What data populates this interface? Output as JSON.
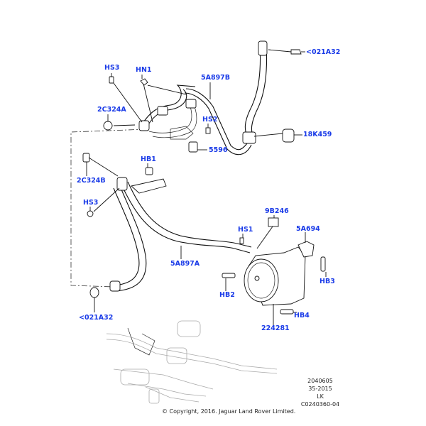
{
  "diagram": {
    "title": "Power steering hoses and pump assembly",
    "label_color": "#1a3be8",
    "callouts": [
      {
        "id": "021A32-top",
        "text": "<021A32"
      },
      {
        "id": "HS3-top",
        "text": "HS3"
      },
      {
        "id": "HN1",
        "text": "HN1"
      },
      {
        "id": "5A897B",
        "text": "5A897B"
      },
      {
        "id": "2C324A",
        "text": "2C324A"
      },
      {
        "id": "HS2",
        "text": "HS2"
      },
      {
        "id": "18K459",
        "text": "18K459"
      },
      {
        "id": "5596",
        "text": "5596"
      },
      {
        "id": "HB1",
        "text": "HB1"
      },
      {
        "id": "2C324B",
        "text": "2C324B"
      },
      {
        "id": "HS3-mid",
        "text": "HS3"
      },
      {
        "id": "9B246",
        "text": "9B246"
      },
      {
        "id": "HS1",
        "text": "HS1"
      },
      {
        "id": "5A694",
        "text": "5A694"
      },
      {
        "id": "5A897A",
        "text": "5A897A"
      },
      {
        "id": "HB3",
        "text": "HB3"
      },
      {
        "id": "HB2",
        "text": "HB2"
      },
      {
        "id": "HB4",
        "text": "HB4"
      },
      {
        "id": "021A32-bottom",
        "text": "<021A32"
      },
      {
        "id": "224281",
        "text": "224281"
      }
    ],
    "meta": {
      "line1": "2040605",
      "line2": "35-2015",
      "line3": "LK",
      "line4": "C0240360-04"
    },
    "copyright": "© Copyright, 2016. Jaguar Land Rover Limited."
  }
}
